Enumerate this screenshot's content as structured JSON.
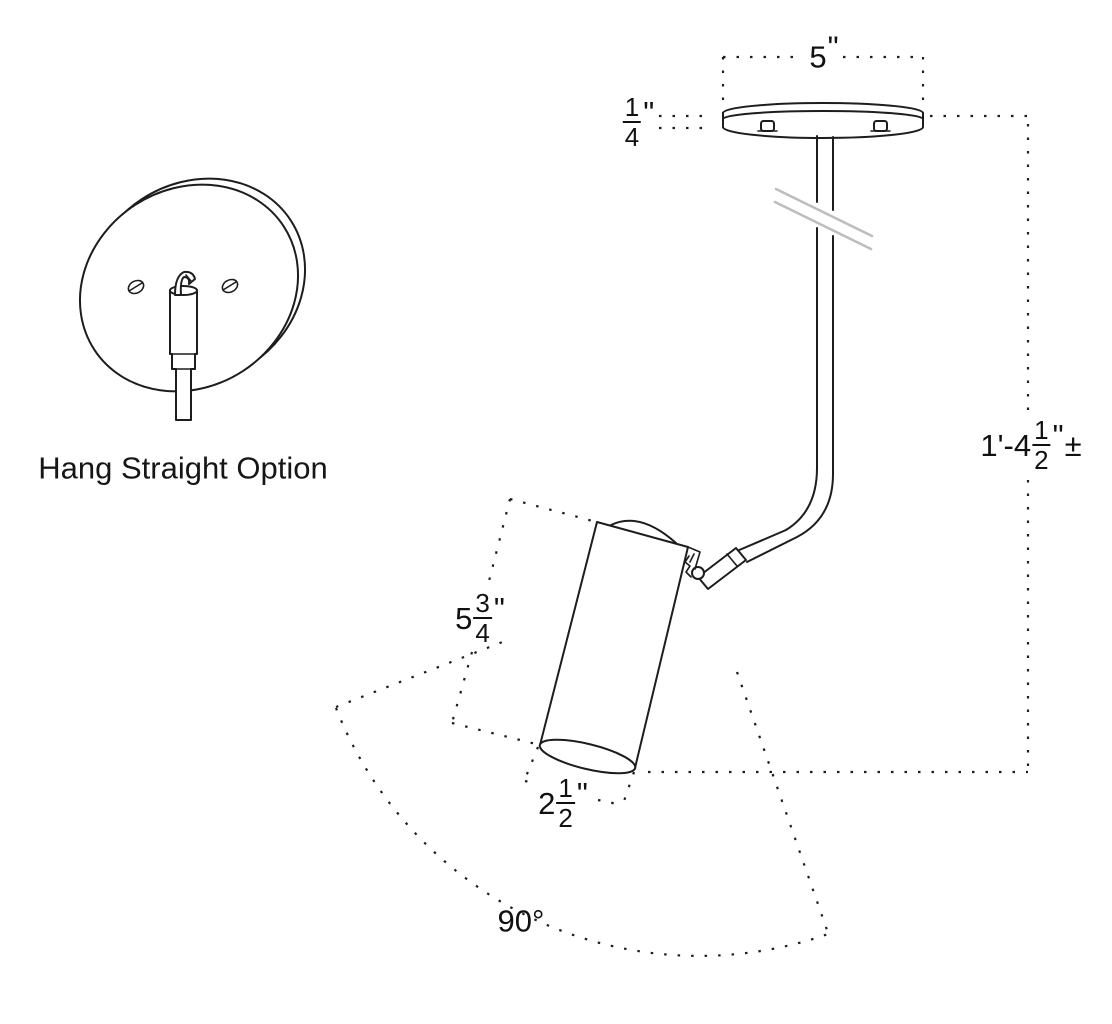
{
  "figure": {
    "caption": "Hang Straight Option",
    "labels": {
      "canopy_diameter": {
        "value": "5",
        "inch": "\""
      },
      "canopy_thickness": {
        "num": "1",
        "den": "4",
        "inch": "\""
      },
      "drop_height": {
        "prefix": "1'-4",
        "num": "1",
        "den": "2",
        "inch": "\"",
        "tolerance": "±"
      },
      "head_length": {
        "whole": "5",
        "num": "3",
        "den": "4",
        "inch": "\""
      },
      "head_diameter": {
        "whole": "2",
        "num": "1",
        "den": "2",
        "inch": "\""
      },
      "rotation_angle": "90°"
    },
    "colors": {
      "line": "#1d1d1d",
      "break_mark": "#bdbdbd",
      "background": "#ffffff"
    }
  }
}
